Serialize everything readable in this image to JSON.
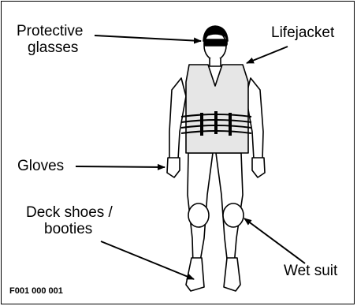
{
  "labels": {
    "protective_glasses": [
      "Protective",
      "glasses"
    ],
    "lifejacket": "Lifejacket",
    "gloves": "Gloves",
    "deck_shoes": [
      "Deck shoes /",
      "booties"
    ],
    "wet_suit": "Wet suit"
  },
  "figure_ref": "F001 000 001",
  "colors": {
    "ink": "#000000",
    "background": "#ffffff",
    "vest_gray": "#e6e6e6"
  }
}
